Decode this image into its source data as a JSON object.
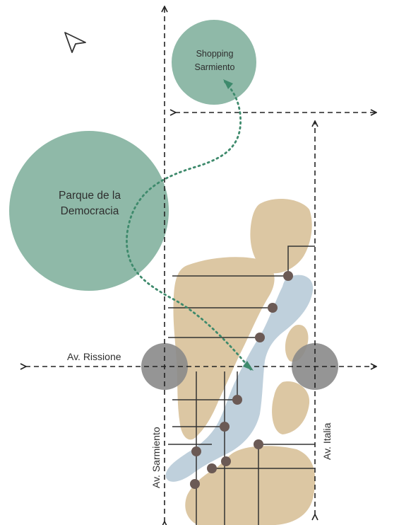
{
  "places": {
    "shopping": {
      "line1": "Shopping",
      "line2": "Sarmiento"
    },
    "parque": {
      "line1": "Parque de la",
      "line2": "Democracia"
    }
  },
  "streets": {
    "rissione": "Av. Rissione",
    "sarmiento": "Av. Sarmiento",
    "italia": "Av. Italia"
  },
  "colors": {
    "green": "#8fb9a8",
    "tan": "#dcc7a3",
    "water": "#bfd0dc",
    "dot": "#6b5a55",
    "node": "#8a8a8a",
    "path": "#3e8a6c"
  }
}
